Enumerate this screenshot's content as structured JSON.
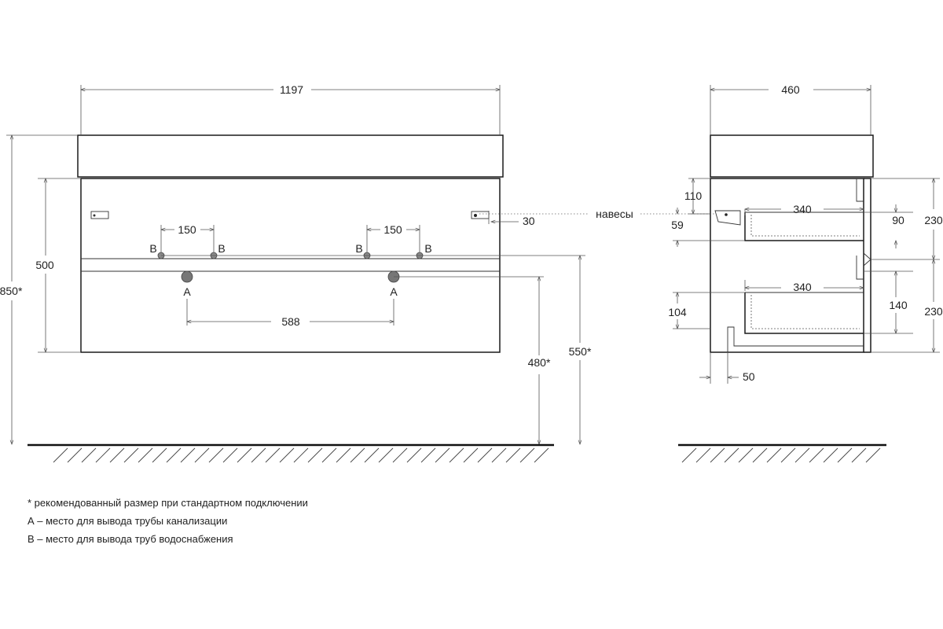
{
  "front_view": {
    "width_label": "1197",
    "height_label": "500",
    "total_height_label": "850*",
    "hanger_gap_label": "30",
    "feed_spacing_left_label": "150",
    "feed_spacing_right_label": "150",
    "drain_spacing_label": "588",
    "drain_height_label": "480*",
    "feed_height_label": "550*",
    "feed_marker": "B",
    "drain_marker": "A"
  },
  "side_view": {
    "depth_label": "460",
    "hangers_label": "навесы",
    "top_offset_label": "110",
    "hanger_offset_label": "59",
    "upper_drawer_width_label": "340",
    "upper_drawer_height_label": "90",
    "upper_front_label": "230",
    "lower_drawer_width_label": "340",
    "lower_drawer_height_label": "140",
    "lower_front_label": "230",
    "lower_offset_label": "104",
    "leg_label": "50"
  },
  "notes": [
    "* рекомендованный размер при стандартном подключении",
    "А – место для вывода трубы канализации",
    "В – место для вывода труб водоснабжения"
  ]
}
